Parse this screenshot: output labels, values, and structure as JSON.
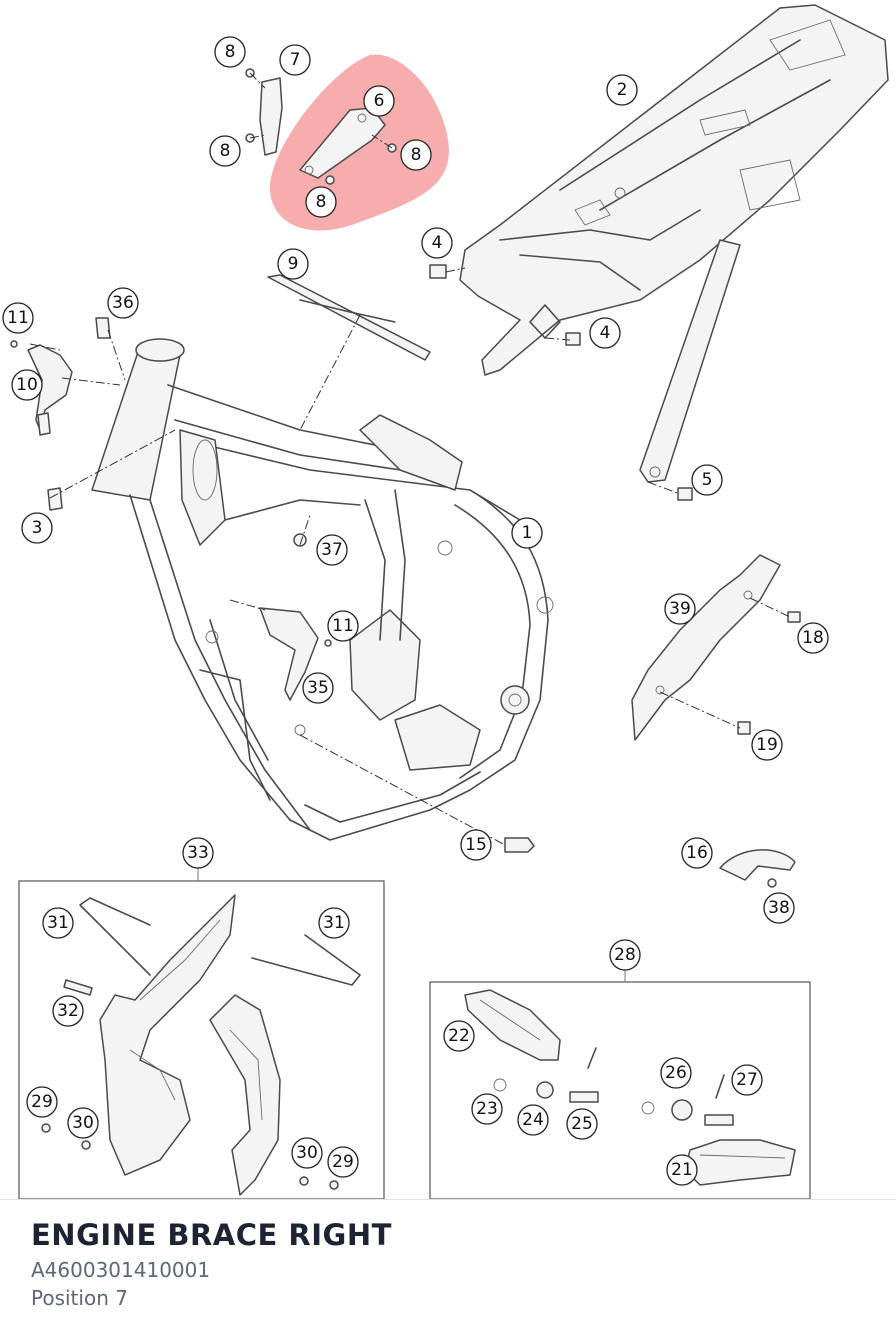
{
  "part": {
    "title": "ENGINE BRACE RIGHT",
    "number": "A4600301410001",
    "position": "Position 7"
  },
  "highlight_color": "#f06a6a",
  "callouts": [
    {
      "label": "1"
    },
    {
      "label": "2"
    },
    {
      "label": "3"
    },
    {
      "label": "4"
    },
    {
      "label": "4"
    },
    {
      "label": "5"
    },
    {
      "label": "6"
    },
    {
      "label": "7"
    },
    {
      "label": "8"
    },
    {
      "label": "8"
    },
    {
      "label": "8"
    },
    {
      "label": "8"
    },
    {
      "label": "9"
    },
    {
      "label": "10"
    },
    {
      "label": "11"
    },
    {
      "label": "11"
    },
    {
      "label": "15"
    },
    {
      "label": "16"
    },
    {
      "label": "18"
    },
    {
      "label": "19"
    },
    {
      "label": "21"
    },
    {
      "label": "22"
    },
    {
      "label": "23"
    },
    {
      "label": "24"
    },
    {
      "label": "25"
    },
    {
      "label": "26"
    },
    {
      "label": "27"
    },
    {
      "label": "28"
    },
    {
      "label": "29"
    },
    {
      "label": "29"
    },
    {
      "label": "30"
    },
    {
      "label": "30"
    },
    {
      "label": "31"
    },
    {
      "label": "31"
    },
    {
      "label": "32"
    },
    {
      "label": "33"
    },
    {
      "label": "35"
    },
    {
      "label": "36"
    },
    {
      "label": "37"
    },
    {
      "label": "38"
    },
    {
      "label": "39"
    }
  ]
}
